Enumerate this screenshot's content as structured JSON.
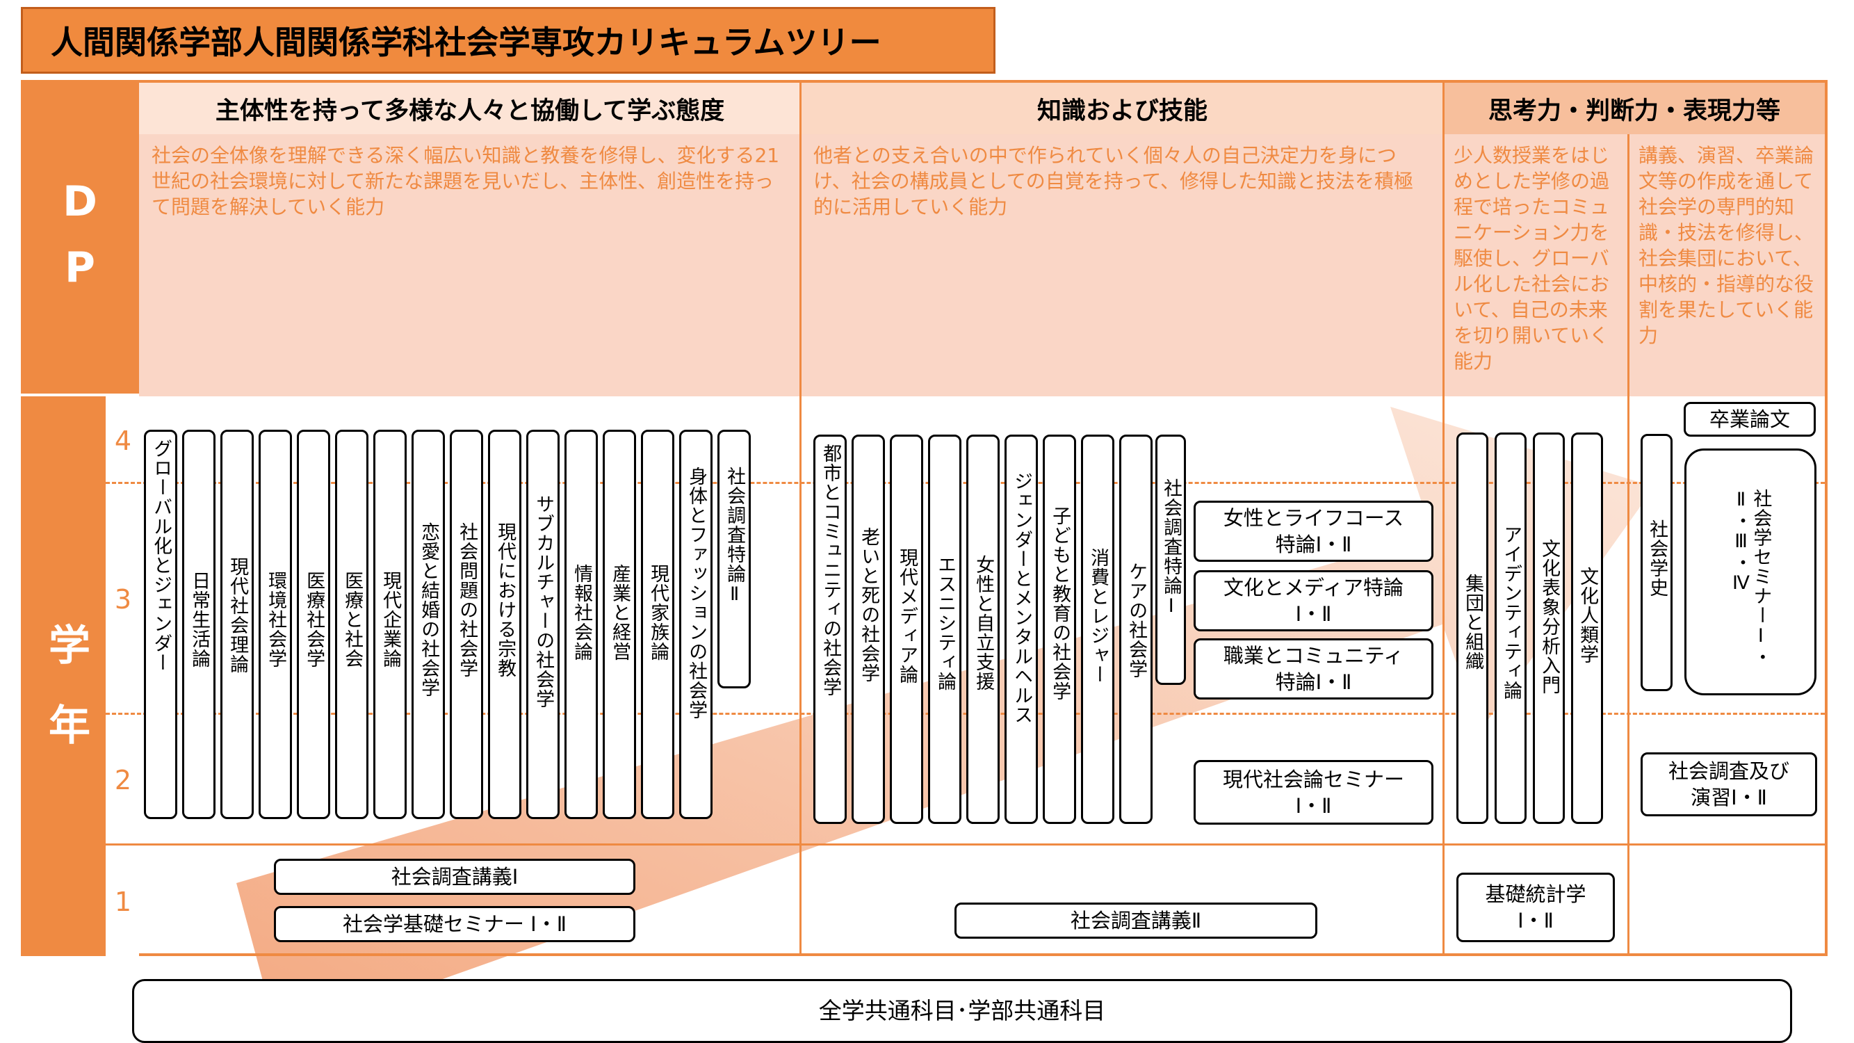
{
  "title": "人間関係学部人間関係学科社会学専攻カリキュラムツリー",
  "sidebar": {
    "dp_label": [
      "D",
      "P"
    ],
    "year_label": [
      "学",
      "年"
    ]
  },
  "years": [
    "4",
    "3",
    "2",
    "1"
  ],
  "dp": {
    "headers": [
      "主体性を持って多様な人々と協働して学ぶ態度",
      "知識および技能",
      "思考力・判断力・表現力等"
    ],
    "descriptions": {
      "d1": "社会の全体像を理解できる深く幅広い知識と教養を修得し、変化する21世紀の社会環境に対して新たな課題を見いだし、主体性、創造性を持って問題を解決していく能力",
      "d2": "他者との支え合いの中で作られていく個々人の自己決定力を身につけ、社会の構成員としての自覚を持って、修得した知識と技法を積極的に活用していく能力",
      "d3": "少人数授業をはじめとした学修の過程で培ったコミュニケーション力を駆使し、グローバル化した社会において、自己の未来を切り開いていく能力",
      "d4": "講義、演習、卒業論文等の作成を通して社会学の専門的知識・技法を修得し、社会集団において、中核的・指導的な役割を果たしていく能力"
    }
  },
  "courses": {
    "group1": [
      "グローバル化とジェンダー",
      "日常生活論",
      "現代社会理論",
      "環境社会学",
      "医療社会学",
      "医療と社会",
      "現代企業論",
      "恋愛と結婚の社会学",
      "社会問題の社会学",
      "現代における宗教",
      "サブカルチャーの社会学",
      "情報社会論",
      "産業と経営",
      "現代家族論",
      "身体とファッションの社会学",
      "社会調査特論Ⅱ"
    ],
    "group2": [
      "都市とコミュニティの社会学",
      "老いと死の社会学",
      "現代メディア論",
      "エスニシティ論",
      "女性と自立支援",
      "ジェンダーとメンタルヘルス",
      "子どもと教育の社会学",
      "消費とレジャー",
      "ケアの社会学",
      "社会調査特論Ⅰ"
    ],
    "group3": [
      "集団と組織",
      "アイデンティティ論",
      "文化表象分析入門",
      "文化人類学"
    ],
    "group4": [
      "社会学史",
      "社会学セミナーⅠ・Ⅱ・Ⅲ・Ⅳ"
    ],
    "tokuron": [
      "女性とライフコース\n特論Ⅰ・Ⅱ",
      "文化とメディア特論\nⅠ・Ⅱ",
      "職業とコミュニティ\n特論Ⅰ・Ⅱ"
    ],
    "seminar_modern": "現代社会論セミナー\nⅠ・Ⅱ",
    "thesis": "卒業論文",
    "survey_practice": "社会調査及び\n演習Ⅰ・Ⅱ",
    "survey_lecture1": "社会調査講義Ⅰ",
    "basic_seminar": "社会学基礎セミナー Ⅰ・Ⅱ",
    "survey_lecture2": "社会調査講義Ⅱ",
    "stats": "基礎統計学\nⅠ・Ⅱ",
    "common": "全学共通科目･学部共通科目"
  },
  "colors": {
    "orange": "#ef8a42",
    "pink": "#fad6c6",
    "head_pink": "#fde4d6"
  }
}
